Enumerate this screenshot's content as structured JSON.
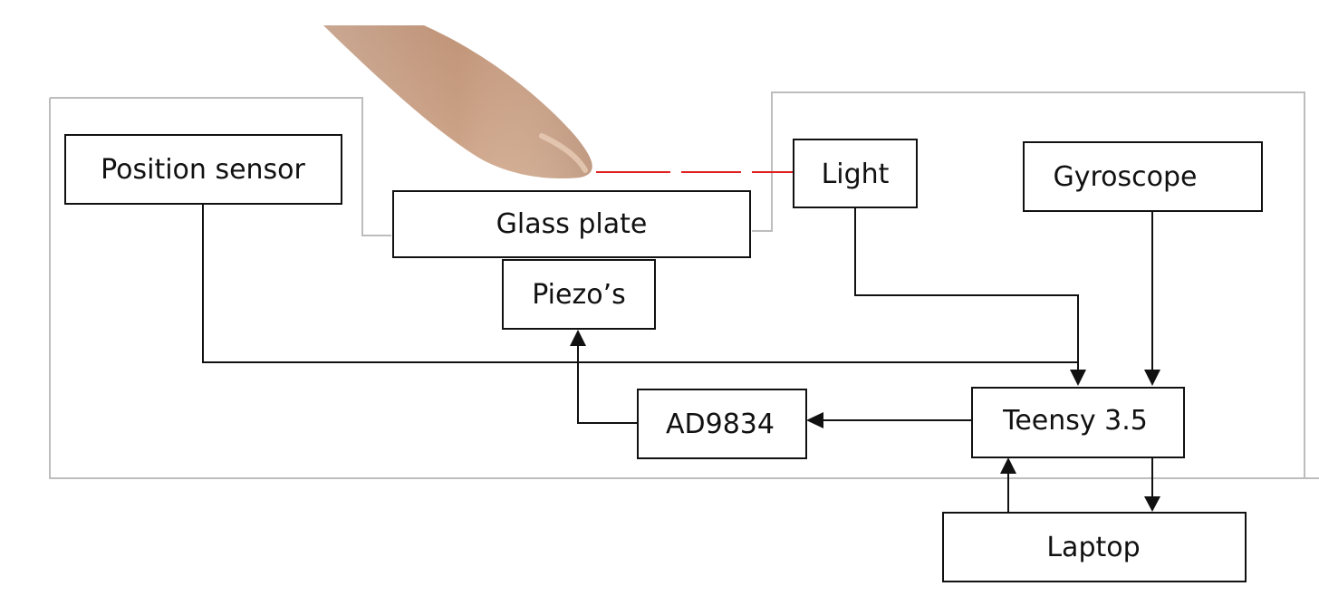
{
  "diagram": {
    "nodes": {
      "position_sensor": "Position sensor",
      "glass_plate": "Glass plate",
      "piezos": "Piezo’s",
      "light": "Light",
      "gyroscope": "Gyroscope",
      "ad9834": "AD9834",
      "teensy": "Teensy 3.5",
      "laptop": "Laptop"
    },
    "edges": [
      {
        "from": "Position sensor",
        "to": "Teensy 3.5"
      },
      {
        "from": "Light",
        "to": "Teensy 3.5"
      },
      {
        "from": "Gyroscope",
        "to": "Teensy 3.5"
      },
      {
        "from": "Teensy 3.5",
        "to": "AD9834"
      },
      {
        "from": "AD9834",
        "to": "Piezo’s"
      },
      {
        "from": "Teensy 3.5",
        "to": "Laptop"
      },
      {
        "from": "Laptop",
        "to": "Teensy 3.5"
      }
    ],
    "colors": {
      "box_stroke": "#111111",
      "enclosure_stroke": "#bdbdbd",
      "light_beam": "#e02020",
      "skin": "#c79b7e"
    },
    "icons": {
      "finger": "finger-image"
    }
  }
}
